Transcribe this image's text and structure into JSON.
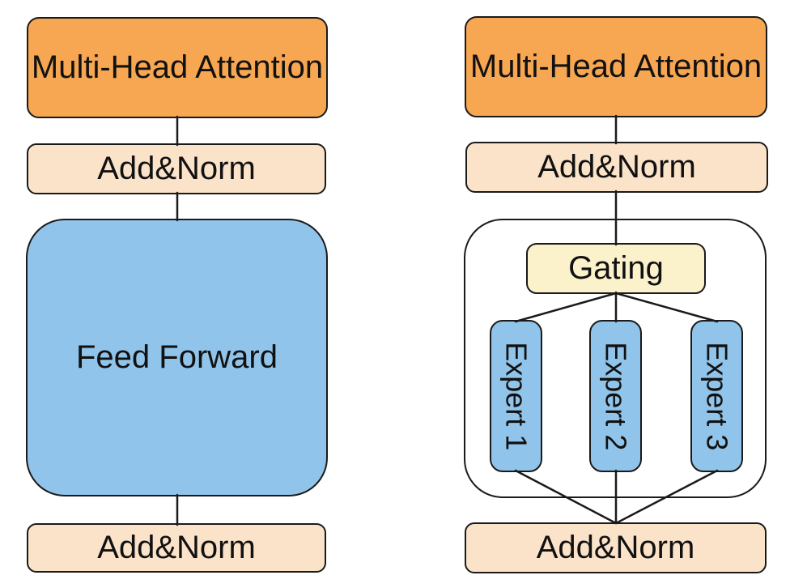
{
  "colors": {
    "attention_orange": "#F7A651",
    "norm_peach": "#FBE3C9",
    "ffn_expert_blue": "#90C4EA",
    "gating_yellow": "#FBF2CC",
    "outline_black": "#1a1a1a",
    "background": "#ffffff"
  },
  "left_column": {
    "multi_head_attention": "Multi-Head Attention",
    "add_norm_top": "Add&Norm",
    "feed_forward": "Feed Forward",
    "add_norm_bottom": "Add&Norm"
  },
  "right_column": {
    "multi_head_attention": "Multi-Head Attention",
    "add_norm_top": "Add&Norm",
    "gating": "Gating",
    "experts": [
      {
        "label": "Expert 1"
      },
      {
        "label": "Expert 2"
      },
      {
        "label": "Expert 3"
      }
    ],
    "add_norm_bottom": "Add&Norm"
  }
}
